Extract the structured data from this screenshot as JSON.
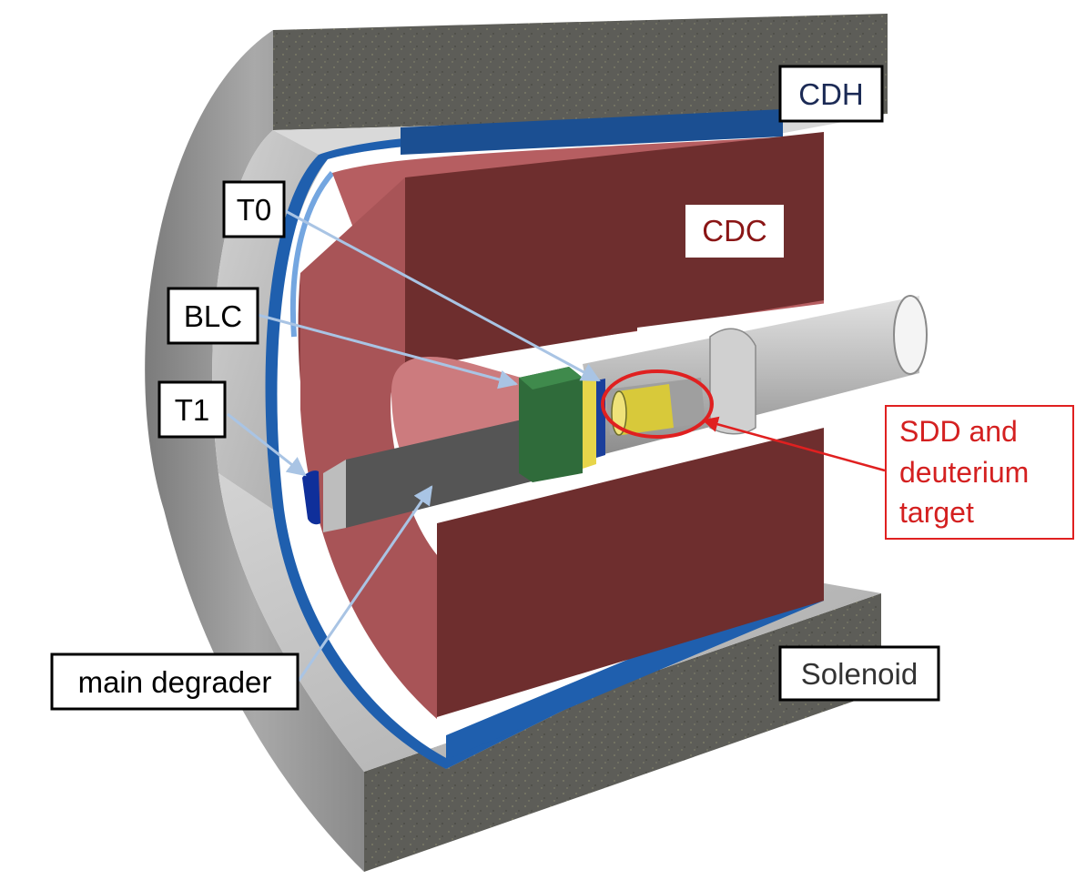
{
  "labels": {
    "cdh": "CDH",
    "cdc": "CDC",
    "t0": "T0",
    "blc": "BLC",
    "t1": "T1",
    "main_degrader": "main degrader",
    "solenoid": "Solenoid",
    "sdd_line1": "SDD and",
    "sdd_line2": "deuterium",
    "sdd_line3": "target"
  },
  "colors": {
    "solenoid_outer": "#8f8f8f",
    "solenoid_face": "#c6c6c6",
    "concrete": "#5f5f5a",
    "cdh_blue": "#1f5fae",
    "cdc_red": "#6e2e2e",
    "cdc_face": "#b65e61",
    "blc_green": "#2f6b3a",
    "t0_yellow": "#e7d54a",
    "sdd_yellow": "#d8c93a",
    "label_red": "#d42020",
    "label_navy": "#1b2a55",
    "label_darkred": "#8a1515"
  },
  "icons": {
    "arrow": "arrow-head"
  }
}
